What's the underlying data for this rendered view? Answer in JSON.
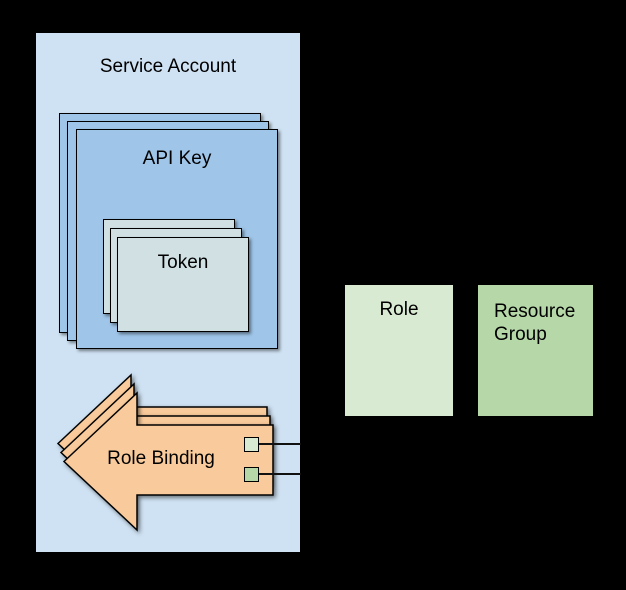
{
  "colors": {
    "background": "#000000",
    "service_account_fill": "#cfe2f3",
    "api_key_fill": "#9fc5e8",
    "token_fill": "#d0e0e3",
    "role_binding_fill": "#f9cb9c",
    "role_fill": "#d9ead3",
    "resource_group_fill": "#b6d7a8",
    "stroke": "#000000",
    "connector": "#111111",
    "text": "#000000"
  },
  "nodes": {
    "service_account": {
      "label": "Service Account"
    },
    "api_key": {
      "label": "API Key",
      "stack_count": 3
    },
    "token": {
      "label": "Token",
      "stack_count": 3
    },
    "role_binding": {
      "label": "Role Binding",
      "stack_count": 3,
      "ports": [
        {
          "id": "role-port",
          "fill": "#d9ead3"
        },
        {
          "id": "resource-group-port",
          "fill": "#b6d7a8"
        }
      ],
      "connector_count": 2
    },
    "role": {
      "label": "Role"
    },
    "resource_group": {
      "label": "Resource Group"
    }
  }
}
